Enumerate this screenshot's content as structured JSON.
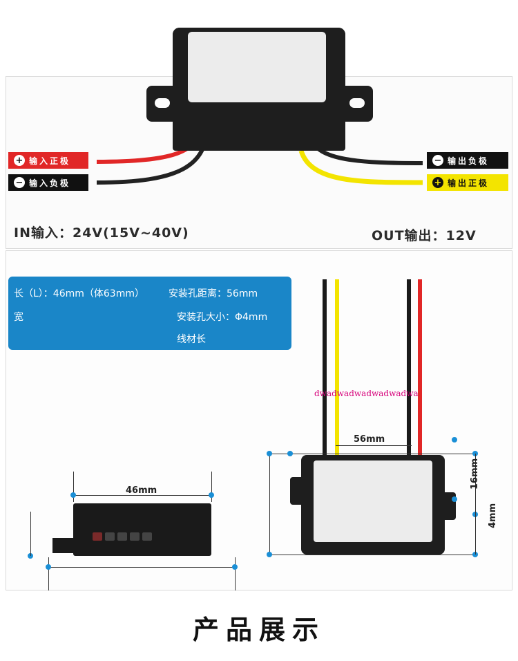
{
  "tags": {
    "in_pos": {
      "symbol": "+",
      "label": "输入正极"
    },
    "in_neg": {
      "symbol": "−",
      "label": "输入负极"
    },
    "out_neg": {
      "symbol": "−",
      "label": "输出负极"
    },
    "out_pos": {
      "symbol": "+",
      "label": "输出正极"
    }
  },
  "specs": {
    "input": "IN输入：24V(15V~40V)",
    "output": "OUT输出：12V"
  },
  "info": {
    "line1_left": "长（L）：46mm（体63mm）",
    "line1_right": "安装孔距离：56mm",
    "line2_left": "宽",
    "line2_right": "安装孔大小：Φ4mm",
    "line3_right": "线材长"
  },
  "watermark": "dwadwadwadwadwadwa",
  "dimensions": {
    "hole_distance": "56mm",
    "height_right": "16mm",
    "length": "46mm",
    "hole_size": "4mm"
  },
  "footer": {
    "title": "产品展示"
  },
  "colors": {
    "red": "#e12727",
    "black": "#111111",
    "yellow": "#f3e400",
    "blue": "#1a86c8",
    "dot": "#1a8fd6"
  }
}
